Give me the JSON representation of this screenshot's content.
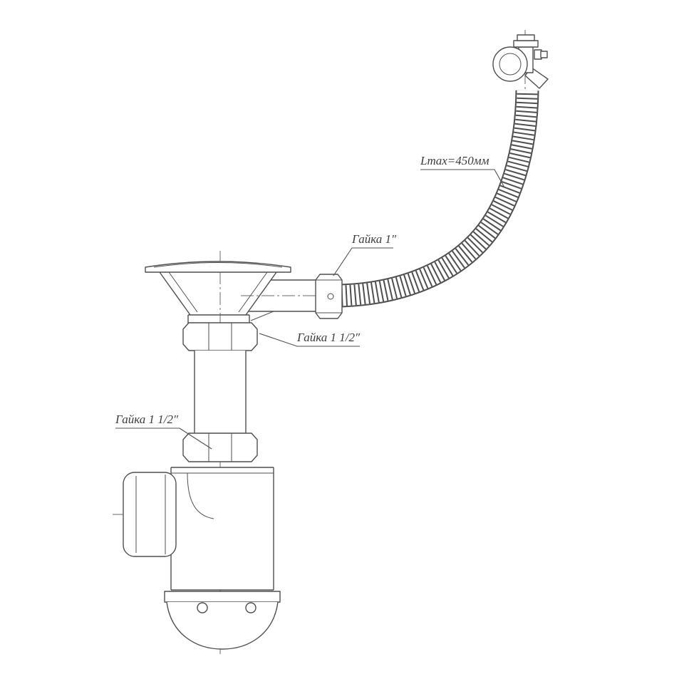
{
  "drawing": {
    "labels": {
      "hose_length": "Lmax=450мм",
      "overflow_nut": "Гайка 1″",
      "strainer_nut": "Гайка 1 1/2″",
      "trap_nut": "Гайка 1 1/2″"
    },
    "colors": {
      "line": "#4f4f4f",
      "background": "#ffffff",
      "label_text": "#3c3c3c"
    }
  }
}
